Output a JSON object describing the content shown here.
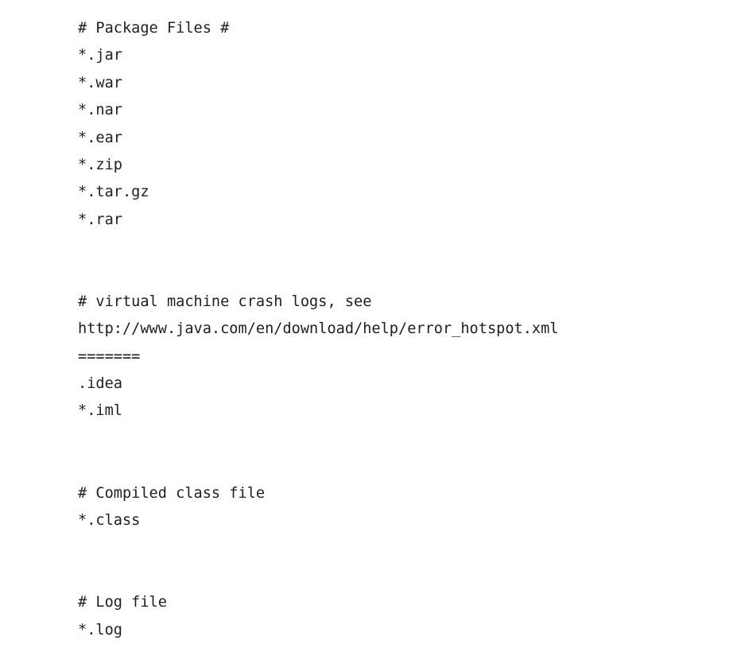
{
  "document": {
    "lines": [
      "# Package Files #",
      "*.jar",
      "*.war",
      "*.nar",
      "*.ear",
      "*.zip",
      "*.tar.gz",
      "*.rar",
      "",
      "",
      "# virtual machine crash logs, see",
      "http://www.java.com/en/download/help/error_hotspot.xml",
      "=======",
      ".idea",
      "*.iml",
      "",
      "",
      "# Compiled class file",
      "*.class",
      "",
      "",
      "# Log file",
      "*.log"
    ]
  }
}
